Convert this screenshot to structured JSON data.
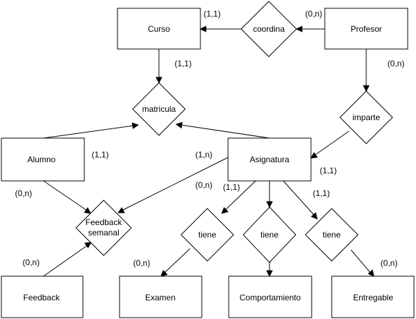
{
  "entities": {
    "curso": "Curso",
    "profesor": "Profesor",
    "alumno": "Alumno",
    "asignatura": "Asignatura",
    "feedback": "Feedback",
    "examen": "Examen",
    "comportamiento": "Comportamiento",
    "entregable": "Entregable"
  },
  "relationships": {
    "coordina": "coordina",
    "matricula": "matricula",
    "imparte": "imparte",
    "feedback_semanal": [
      "Feedback",
      "semanal"
    ],
    "tiene_examen": "tiene",
    "tiene_comportamiento": "tiene",
    "tiene_entregable": "tiene"
  },
  "cardinalities": {
    "curso_coordina": "(1,1)",
    "profesor_coordina": "(0,n)",
    "curso_matricula": "(1,1)",
    "profesor_imparte": "(0,n)",
    "alumno_matricula": "(1,1)",
    "asignatura_matricula": "(1,n)",
    "asignatura_imparte": "(1,1)",
    "alumno_feedback": "(0,n)",
    "asignatura_feedback": "(0,n)",
    "asignatura_tiene_examen": "(1,1)",
    "asignatura_tiene_entregable": "(1,1)",
    "feedback_feedback": "(0,n)",
    "examen_tiene": "(0,n)",
    "entregable_tiene": "(0,n)"
  }
}
